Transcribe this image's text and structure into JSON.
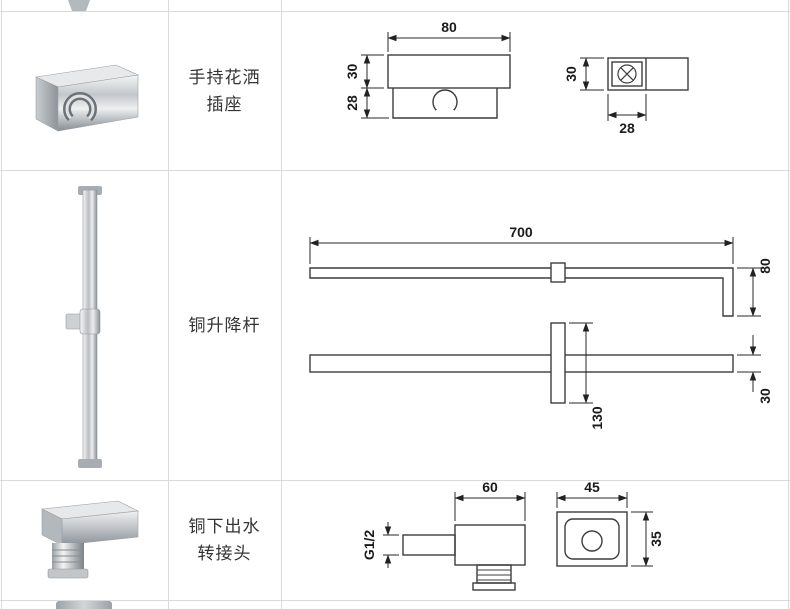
{
  "colors": {
    "grid_line": "#dadada",
    "drawing_line": "#3d3d3d",
    "dimension_text": "#1b1b1b",
    "label_text": "#333333",
    "chrome_light": "#f2f3f4",
    "chrome_dark": "#8a9096"
  },
  "rows": [
    {
      "product": "handheld-shower-holder",
      "label_line1": "手持花洒",
      "label_line2": "插座",
      "dims": {
        "front_width": "80",
        "front_body_height": "30",
        "front_hook_height": "28",
        "side_height": "30",
        "side_depth": "28"
      }
    },
    {
      "product": "copper-lift-rod",
      "label_line1": "铜升降杆",
      "label_line2": "",
      "dims": {
        "rod_length": "700",
        "end_drop": "80",
        "slider_length": "130",
        "bar_depth": "30"
      }
    },
    {
      "product": "copper-bottom-outlet-adapter",
      "label_line1": "铜下出水",
      "label_line2": "转接头",
      "dims": {
        "body_length": "60",
        "thread_spec": "G1/2",
        "face_width": "45",
        "face_height": "35"
      }
    }
  ]
}
